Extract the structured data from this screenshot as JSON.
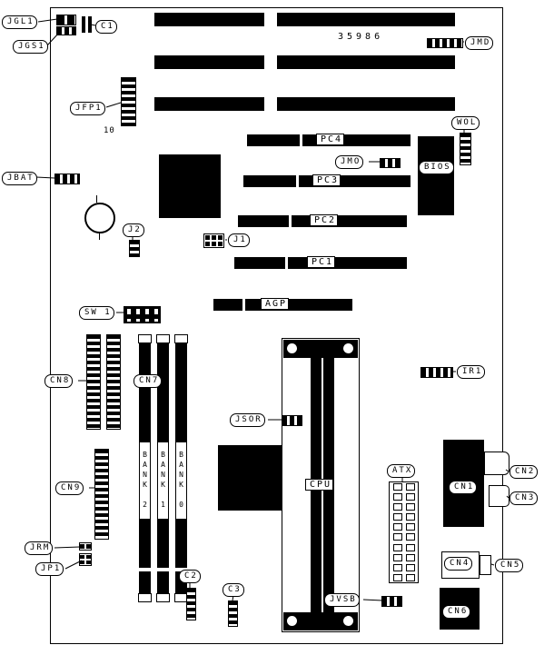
{
  "colors": {
    "ink": "#000000",
    "paper": "#ffffff"
  },
  "board": {
    "part_number": "35986",
    "jfp1_pin_label": "10"
  },
  "callouts": {
    "jgl1": "JGL1",
    "c1": "C1",
    "jgs1": "JGS1",
    "jfp1": "JFP1",
    "jbat": "JBAT",
    "j2": "J2",
    "j1": "J1",
    "jmo": "JMO",
    "jmd": "JMD",
    "wol": "WOL",
    "bios": "BIOS",
    "sw1": "SW 1",
    "cn8": "CN8",
    "cn7": "CN7",
    "ir1": "IR1",
    "jsor": "JSOR",
    "cn9": "CN9",
    "jrm": "JRM",
    "jp1": "JP1",
    "c2": "C2",
    "c3": "C3",
    "jvsb": "JVSB",
    "atx": "ATX",
    "cn1": "CN1",
    "cn2": "CN2",
    "cn3": "CN3",
    "cn4": "CN4",
    "cn5": "CN5",
    "cn6": "CN6"
  },
  "slots": {
    "pc4": "PC4",
    "pc3": "PC3",
    "pc2": "PC2",
    "pc1": "PC1",
    "agp": "AGP",
    "cpu": "CPU",
    "bank2": "BANK 2",
    "bank1": "BANK 1",
    "bank0": "BANK 0"
  }
}
